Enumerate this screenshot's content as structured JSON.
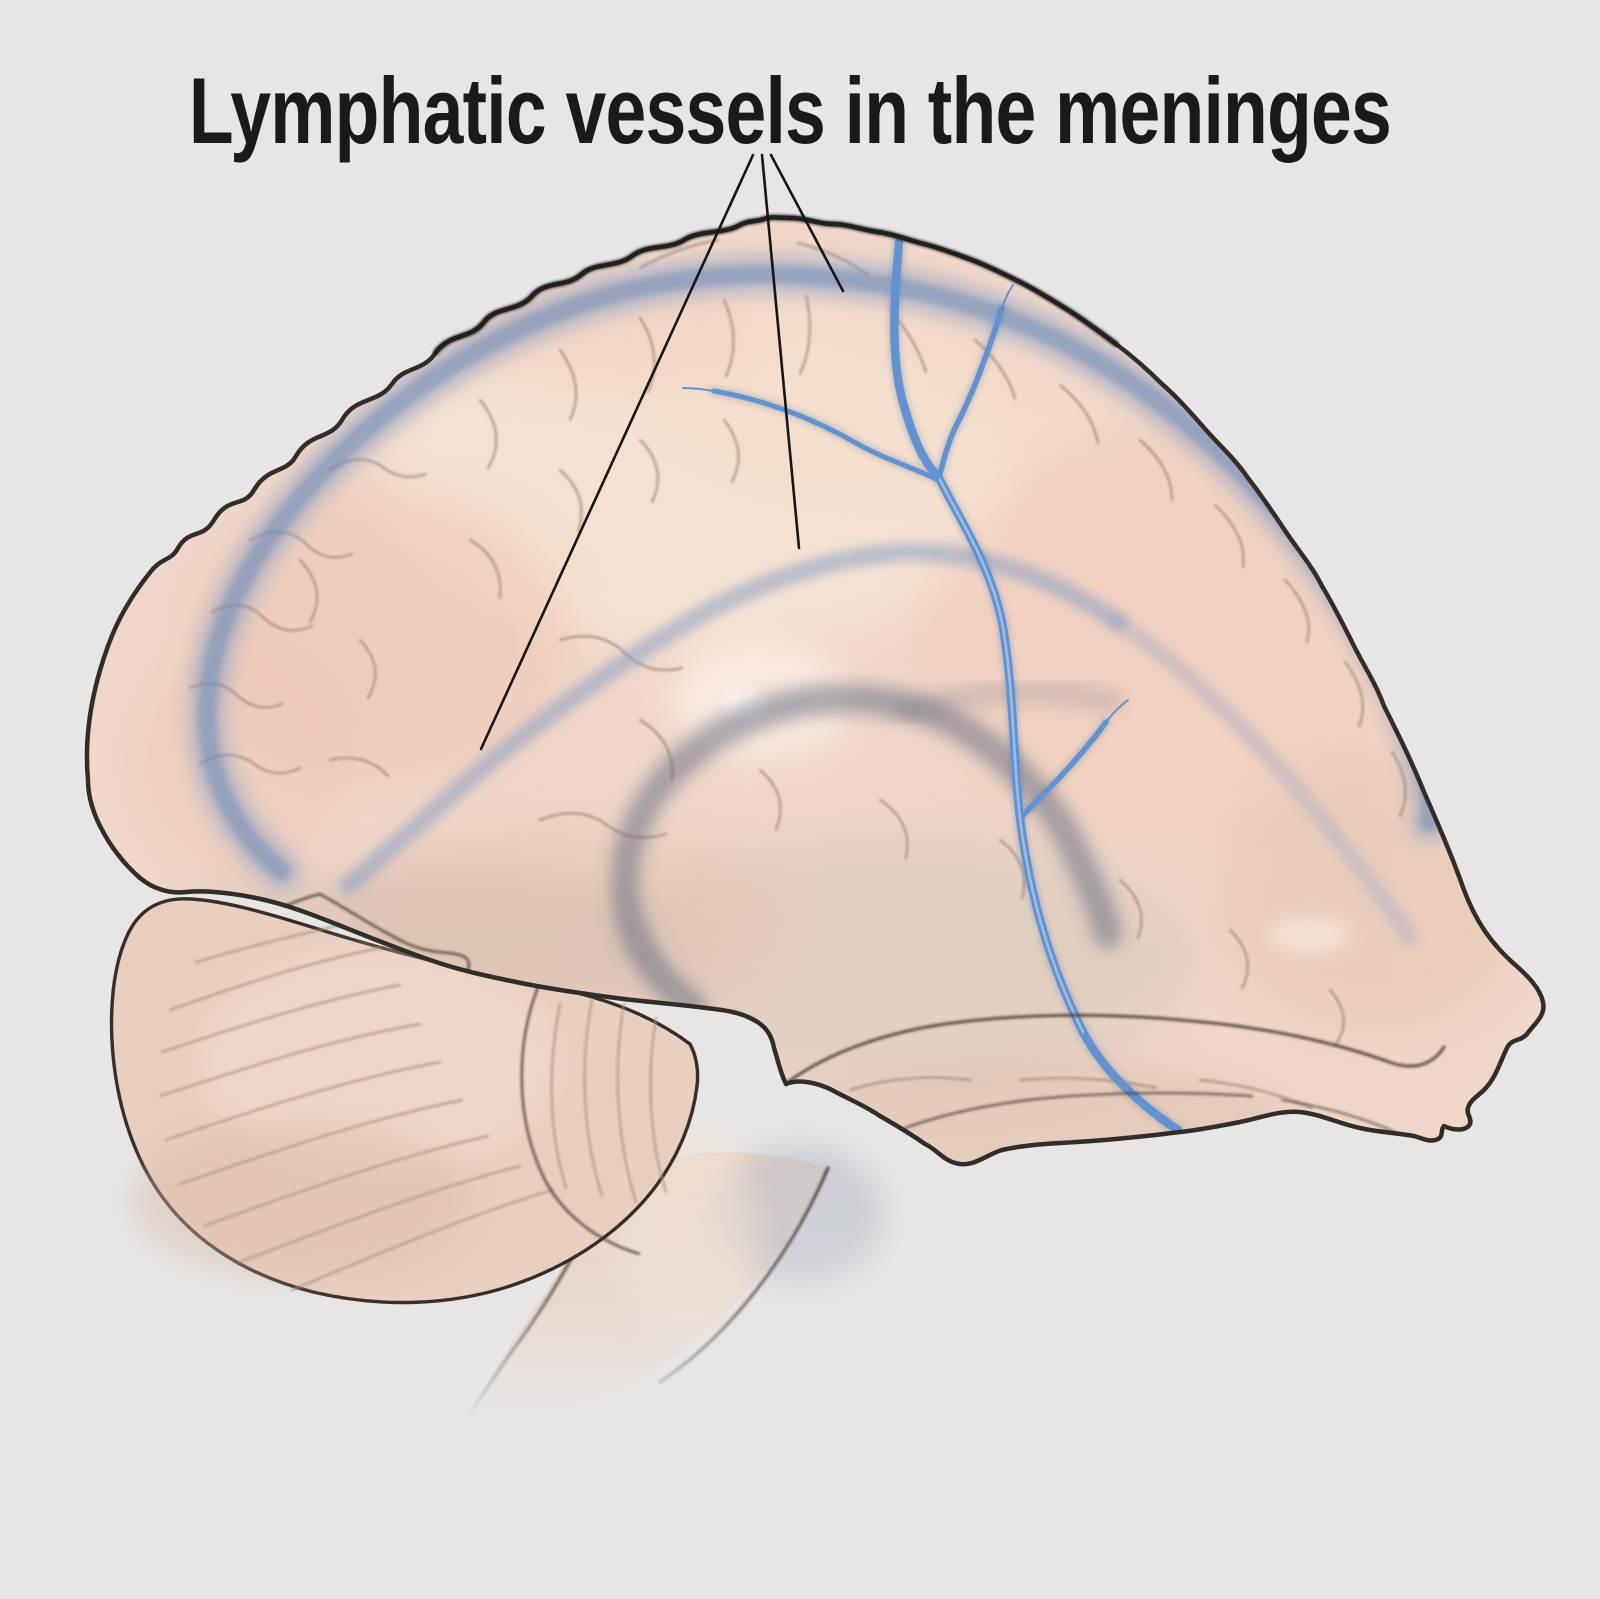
{
  "title": {
    "text": "Lymphatic vessels in the meninges"
  },
  "figure": {
    "description": "Lateral view of a human brain with translucent lymphatic vessels of the meninges arcing over the cortex, a branching meningeal vein, cerebellum and brainstem",
    "pointer_lines": 3,
    "pointed_structure": "lymphatic vessels"
  },
  "colors": {
    "background": "#e7e6e5",
    "title-text": "#1a1a1a",
    "pointer-line": "#161616",
    "brain-fill": "#f0d7c9",
    "brain-outline": "#332d27",
    "lymph-band": "#7e98c2",
    "lymph-band-core": "#6c8ab8",
    "lymph-band-dark": "#616b80",
    "vein": "#6292cf",
    "vein-glow": "#4f76ad",
    "vein-highlight": "#a6c4ea",
    "sulcus": "#87705f",
    "sulcus-dark": "#4a382c",
    "cerebellum-fill": "#e9cfc0",
    "cerebellum-striation": "#ac9181",
    "brainstem-fill": "#e9d4c7"
  }
}
